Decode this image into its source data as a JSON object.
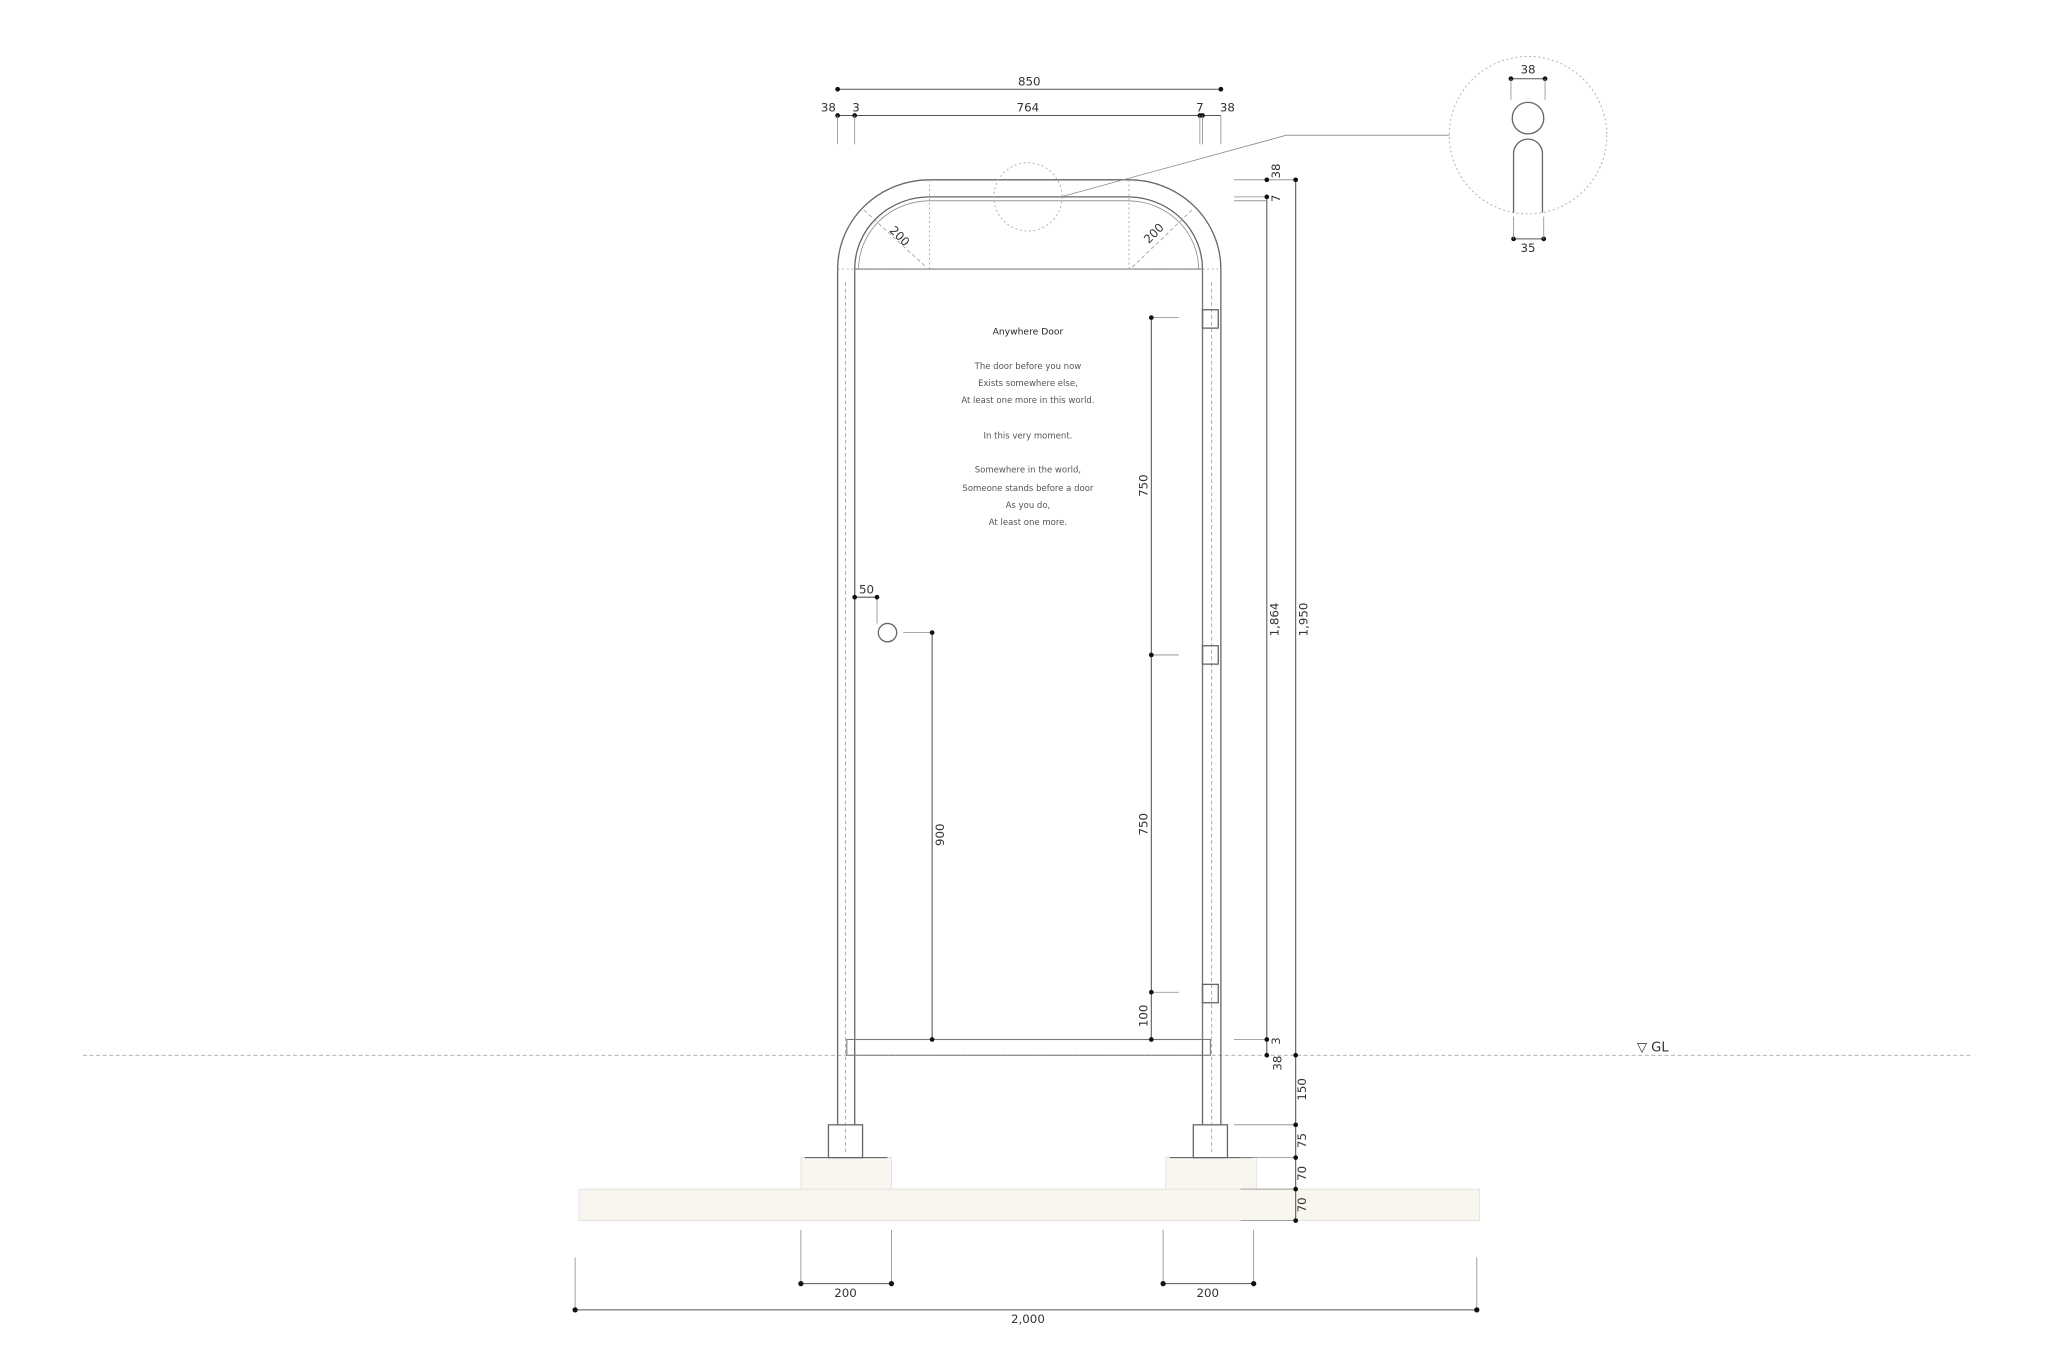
{
  "poem": {
    "title": "Anywhere Door",
    "lines": [
      "The door before you now",
      "Exists somewhere else,",
      "At least one more in this world.",
      "In this very moment.",
      "Somewhere in the world,",
      "Someone stands before a door",
      "As you do,",
      "At least one more."
    ]
  },
  "dims": {
    "overall_width": "850",
    "frame_left": "38",
    "gap_left": "3",
    "door_width": "764",
    "gap_right": "7",
    "frame_right": "38",
    "radius_left": "200",
    "radius_right": "200",
    "top_frame": "38",
    "top_gap": "7",
    "door_height": "1,864",
    "total_height": "1,950",
    "hinge_upper": "750",
    "hinge_lower": "750",
    "hinge_bottom": "100",
    "handle_height": "900",
    "handle_offset": "50",
    "bottom_gap": "3",
    "bottom_frame": "38",
    "leg_exposed": "150",
    "sleeve": "75",
    "footing": "70",
    "slab": "70",
    "footing_width_left": "200",
    "footing_width_right": "200",
    "slab_width": "2,000",
    "detail_top": "38",
    "detail_bottom": "35"
  },
  "ground_label": "▽ GL",
  "colors": {
    "concrete": "#f8f6ef",
    "line": "#555555"
  }
}
